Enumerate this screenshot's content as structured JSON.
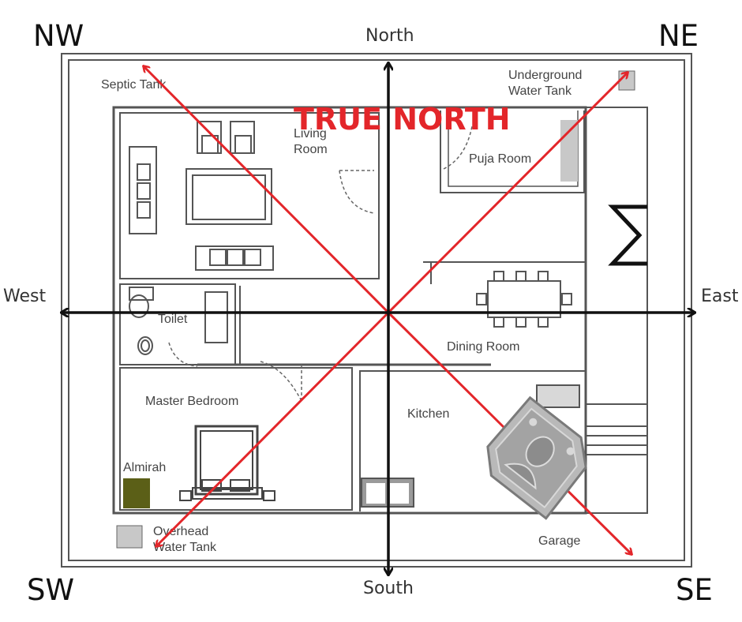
{
  "compass": {
    "north": "North",
    "south": "South",
    "east": "East",
    "west": "West",
    "nw": "NW",
    "ne": "NE",
    "sw": "SW",
    "se": "SE",
    "true_north": "TRUE NORTH"
  },
  "rooms": {
    "septic_tank": "Septic Tank",
    "underground_tank_1": "Underground",
    "underground_tank_2": "Water Tank",
    "living_1": "Living",
    "living_2": "Room",
    "puja": "Puja Room",
    "toilet": "Toilet",
    "dining": "Dining Room",
    "master_bedroom": "Master Bedroom",
    "kitchen": "Kitchen",
    "almirah": "Almirah",
    "overhead_tank_1": "Overhead",
    "overhead_tank_2": "Water Tank",
    "garage": "Garage"
  },
  "colors": {
    "arrow_red": "#e3262a",
    "axis_black": "#111111",
    "wall": "#555555",
    "almirah": "#5b5f17",
    "tank_fill": "#c8c8c8",
    "yantra_silver": "#b9b9b9"
  }
}
